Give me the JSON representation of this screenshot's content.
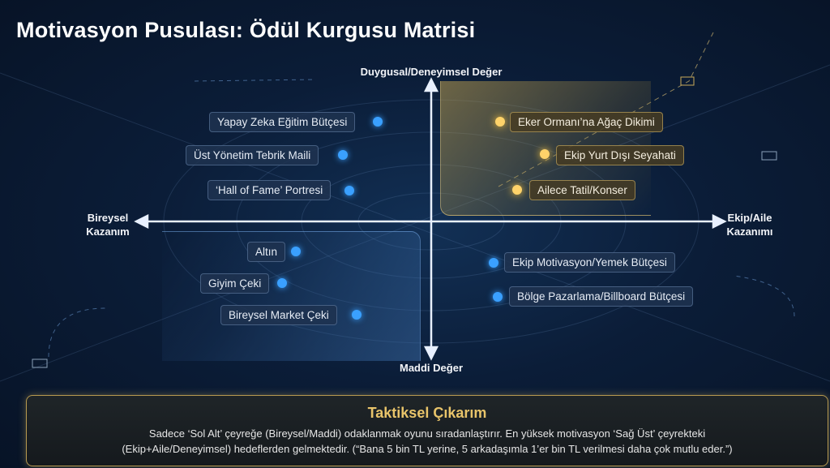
{
  "title": "Motivasyon Pusulası: Ödül Kurgusu Matrisi",
  "axes": {
    "top": "Duygusal/Deneyimsel Değer",
    "bottom": "Maddi Değer",
    "left_line1": "Bireysel",
    "left_line2": "Kazanım",
    "right_line1": "Ekip/Aile",
    "right_line2": "Kazanımı"
  },
  "quadrants": {
    "top_left": [
      "Yapay Zeka Eğitim Bütçesi",
      "Üst Yönetim Tebrik Maili",
      "‘Hall of Fame’ Portresi"
    ],
    "top_right": [
      "Eker Ormanı’na Ağaç Dikimi",
      "Ekip Yurt Dışı Seyahati",
      "Ailece Tatil/Konser"
    ],
    "bottom_left": [
      "Altın",
      "Giyim Çeki",
      "Bireysel Market Çeki"
    ],
    "bottom_right": [
      "Ekip Motivasyon/Yemek Bütçesi",
      "Bölge Pazarlama/Billboard Bütçesi"
    ]
  },
  "takeaway": {
    "title": "Taktiksel Çıkarım",
    "line1": "Sadece ‘Sol Alt’ çeyreğe (Bireysel/Maddi) odaklanmak oyunu sıradanlaştırır. En yüksek motivasyon ‘Sağ Üst’ çeyrekteki",
    "line2": "(Ekip+Aile/Deneyimsel) hedeflerden gelmektedir. (“Bana 5 bin TL yerine, 5 arkadaşımla 1’er bin TL verilmesi daha çok mutlu eder.”)"
  },
  "colors": {
    "gold": "#ffd36a",
    "blue": "#3aa0ff",
    "accent_title": "#e8c46a"
  }
}
